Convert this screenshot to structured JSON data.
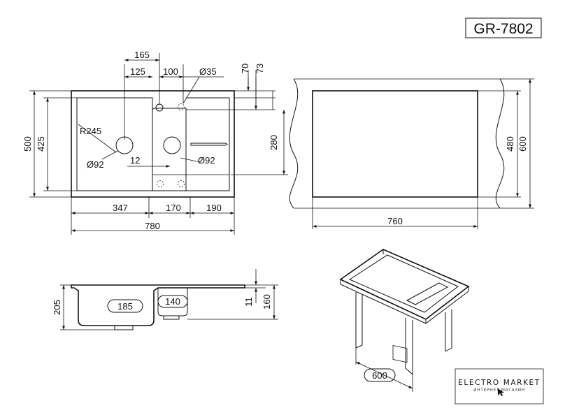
{
  "model": "GR-7802",
  "plan": {
    "d165": "165",
    "d125": "125",
    "d100": "100",
    "d35": "Ø35",
    "d70": "70",
    "d73": "73",
    "d500": "500",
    "d425": "425",
    "r245": "R245",
    "d92a": "Ø92",
    "d92b": "Ø92",
    "d12": "12",
    "d280": "280",
    "d347": "347",
    "d170": "170",
    "d190": "190",
    "d780": "780"
  },
  "cutout": {
    "d480": "480",
    "d600": "600",
    "d760": "760"
  },
  "section": {
    "d205": "205",
    "d185": "185",
    "d140": "140",
    "d11": "11",
    "d160": "160"
  },
  "iso": {
    "d600": "600"
  },
  "brand": {
    "name": "ELECTRO MARKET",
    "tagline": "ИНТЕРНЕТ-МАГАЗИН"
  }
}
